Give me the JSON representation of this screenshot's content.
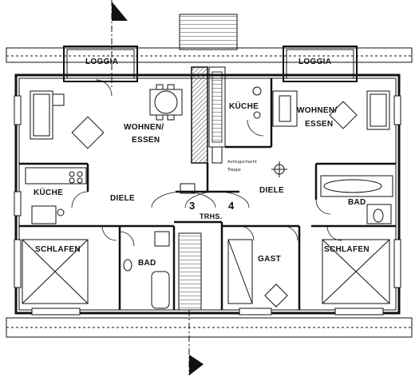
{
  "labels": {
    "loggia_left": "LOGGIA",
    "loggia_right": "LOGGIA",
    "wohnen_left_1": "WOHNEN/",
    "wohnen_left_2": "ESSEN",
    "kueche_right": "KÜCHE",
    "wohnen_right_1": "WOHNEN/",
    "wohnen_right_2": "ESSEN",
    "kueche_left": "KÜCHE",
    "diele_left": "DIELE",
    "diele_right": "DIELE",
    "stair_left_num": "3",
    "stair_right_num": "4",
    "stair_label": "TRHS.",
    "bad_right": "BAD",
    "schlafen_left": "SCHLAFEN",
    "bad_left": "BAD",
    "gast": "GAST",
    "schlafen_right": "SCHLAFEN"
  },
  "annotations": {
    "note_1": "Aufzugschacht",
    "note_2": "Treppe"
  },
  "colors": {
    "line": "#111111",
    "paper": "#ffffff",
    "hatch": "#333333"
  },
  "icons": [
    "section-arrow-top-icon",
    "section-arrow-bottom-icon"
  ]
}
